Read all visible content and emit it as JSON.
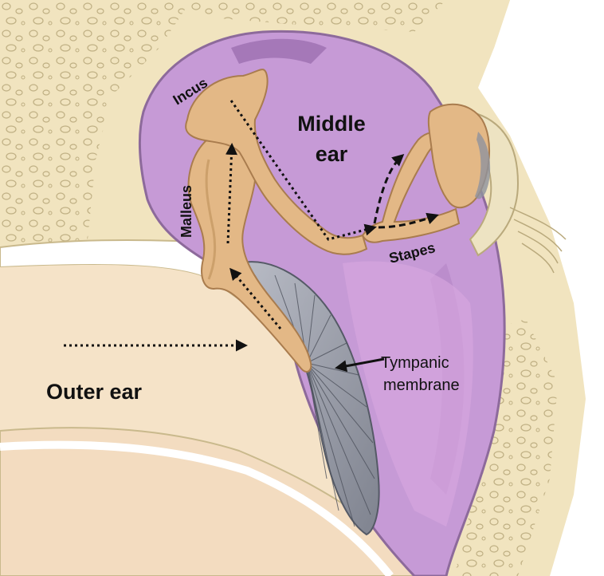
{
  "diagram": {
    "labels": {
      "incus": "Incus",
      "malleus": "Malleus",
      "middle_ear_line1": "Middle",
      "middle_ear_line2": "ear",
      "stapes": "Stapes",
      "tympanic_line1": "Tympanic",
      "tympanic_line2": "membrane",
      "outer_ear": "Outer ear"
    },
    "colors": {
      "bone": "#f1e4bf",
      "bone_edge": "#c9b98c",
      "cavity": "#c69ad6",
      "cavity_dark": "#9c6fb0",
      "ossicle": "#e3b886",
      "ossicle_edge": "#a97c4e",
      "membrane": "#8e929e",
      "membrane_light": "#c3c6cf",
      "canal_wall": "#f3dcc0",
      "arrow": "#111111"
    }
  }
}
